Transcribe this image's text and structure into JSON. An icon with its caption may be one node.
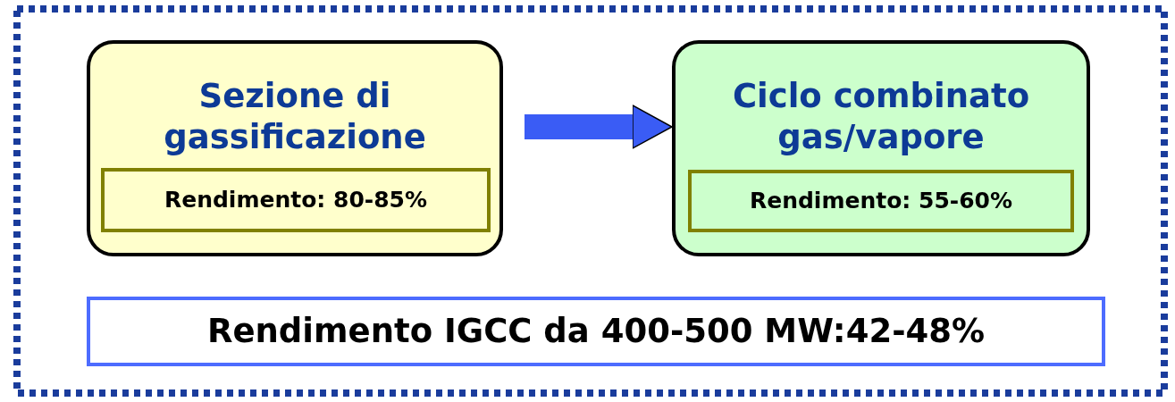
{
  "diagram": {
    "nodes": [
      {
        "text": [],
        "shape": "box"
      },
      {
        "text": [
          "Sezione di gassificazione"
        ],
        "in": 0
      },
      {
        "text": [
          "Rendimento: 80-85%"
        ],
        "in": 1
      },
      {
        "text": [
          "Ciclo combinato gas/vapore"
        ],
        "in": 0
      },
      {
        "text": [
          "Rendimento: 55-60%"
        ],
        "in": 3
      },
      {
        "text": [
          "Rendimento IGCC da 400-500 MW:42-48%"
        ],
        "in": 0
      }
    ],
    "edges": [
      {
        "from": 1,
        "to": 3,
        "arrow": "to"
      }
    ]
  }
}
